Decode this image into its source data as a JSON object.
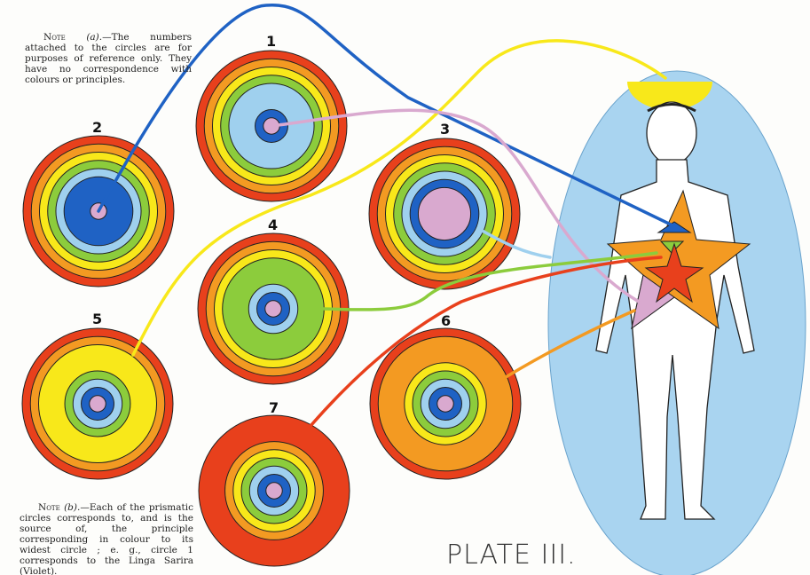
{
  "notes": {
    "a": {
      "label": "Note",
      "ref": "(a).",
      "text": "—The numbers attached to the circles are for purposes of reference only. They have no correspondence with colours or principles."
    },
    "b": {
      "label": "Note",
      "ref": "(b).",
      "text": "—Each of the prismatic circles corresponds to, and is the source of, the principle corresponding in colour to its widest circle ; e. g., circle 1 corresponds to the Linga Sarira (Violet)."
    }
  },
  "plate_title": "PLATE III.",
  "colors": {
    "red": "#e8401c",
    "orange": "#f39a22",
    "yellow": "#f8e81a",
    "green": "#8ccc3c",
    "lightblue": "#9fd0ee",
    "blue": "#1f62c4",
    "pink": "#d9a9cf",
    "aura": "#a9d4f0"
  },
  "circles": [
    {
      "number": "1",
      "widest": "lightblue"
    },
    {
      "number": "2",
      "widest": "blue"
    },
    {
      "number": "3",
      "widest": "pink"
    },
    {
      "number": "4",
      "widest": "green"
    },
    {
      "number": "5",
      "widest": "yellow"
    },
    {
      "number": "6",
      "widest": "orange"
    },
    {
      "number": "7",
      "widest": "red"
    }
  ]
}
